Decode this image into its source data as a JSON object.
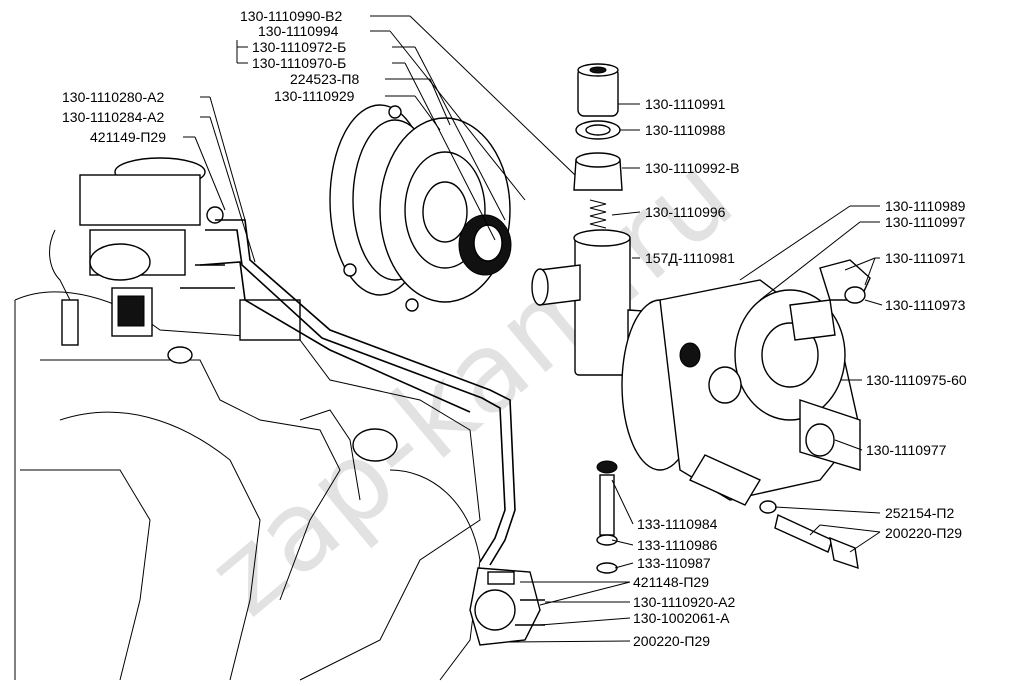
{
  "watermark": "zap-kam.ru",
  "labels": [
    "130-1110990-В2",
    "130-1110994",
    "130-1110972-Б",
    "130-1110970-Б",
    "224523-П8",
    "130-1110929",
    "130-1110280-А2",
    "130-1110284-А2",
    "421149-П29",
    "130-1110991",
    "130-1110988",
    "130-1110992-В",
    "130-1110996",
    "130-1110989",
    "130-1110997",
    "157Д-1110981",
    "130-1110971",
    "130-1110973",
    "130-1110975-60",
    "130-1110977",
    "252154-П2",
    "200220-П29",
    "133-1110984",
    "133-1110986",
    "133-110987",
    "421148-П29",
    "130-1110920-А2",
    "130-1002061-А",
    "200220-П29"
  ]
}
